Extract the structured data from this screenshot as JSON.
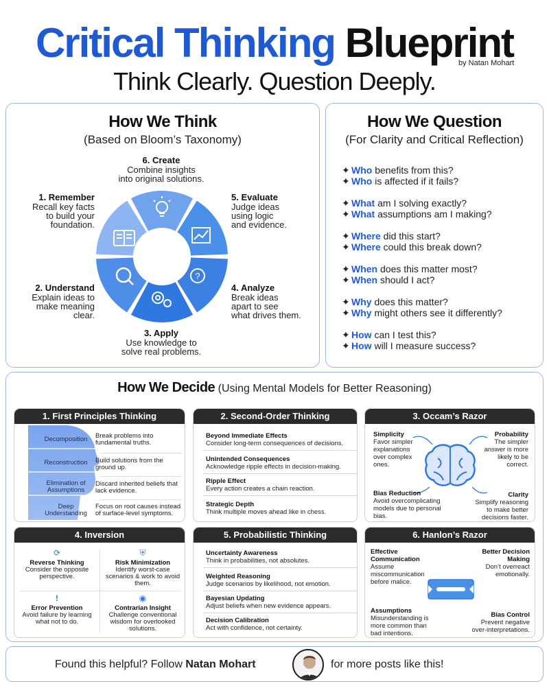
{
  "header": {
    "title_part1": "Critical Thinking",
    "title_part2": "Blueprint",
    "byline": "by Natan Mohart",
    "subtitle": "Think Clearly. Question Deeply."
  },
  "think": {
    "title": "How We Think",
    "subtitle": "(Based on Bloom’s Taxonomy)",
    "steps": [
      {
        "title": "1. Remember",
        "l1": "Recall key facts",
        "l2": "to build your",
        "l3": "foundation."
      },
      {
        "title": "2. Understand",
        "l1": "Explain ideas to",
        "l2": "make meaning",
        "l3": "clear."
      },
      {
        "title": "3. Apply",
        "l1": "Use knowledge to",
        "l2": "solve real problems.",
        "l3": ""
      },
      {
        "title": "4. Analyze",
        "l1": "Break ideas",
        "l2": "apart to see",
        "l3": "what drives them."
      },
      {
        "title": "5. Evaluate",
        "l1": "Judge ideas",
        "l2": "using logic",
        "l3": "and evidence."
      },
      {
        "title": "6. Create",
        "l1": "Combine insights",
        "l2": "into original solutions.",
        "l3": ""
      }
    ],
    "colors": [
      "#8fb4f2",
      "#4f8ee8",
      "#2f78e0",
      "#3d80e4",
      "#4a8fe8",
      "#6fa3ee"
    ]
  },
  "question": {
    "title": "How We Question",
    "subtitle": "(For Clarity and Critical Reflection)",
    "groups": [
      [
        {
          "kw": "Who",
          "rest": " benefits from this?"
        },
        {
          "kw": "Who",
          "rest": " is affected if it fails?"
        }
      ],
      [
        {
          "kw": "What",
          "rest": " am I solving exactly?"
        },
        {
          "kw": "What",
          "rest": " assumptions am I making?"
        }
      ],
      [
        {
          "kw": "Where",
          "rest": " did this start?"
        },
        {
          "kw": "Where",
          "rest": " could this break down?"
        }
      ],
      [
        {
          "kw": "When",
          "rest": " does this matter most?"
        },
        {
          "kw": "When",
          "rest": " should I act?"
        }
      ],
      [
        {
          "kw": "Why",
          "rest": " does this matter?"
        },
        {
          "kw": "Why",
          "rest": " might others see it differently?"
        }
      ],
      [
        {
          "kw": "How",
          "rest": " can I test this?"
        },
        {
          "kw": "How",
          "rest": " will I measure success?"
        }
      ]
    ]
  },
  "decide": {
    "title": "How We Decide",
    "subtitle": "(Using Mental Models for Better Reasoning)",
    "first_principles": {
      "title": "1. First Principles Thinking",
      "rows": [
        {
          "l1": "Decomposition",
          "l2": "",
          "d1": "Break problems into",
          "d2": "fundamental truths."
        },
        {
          "l1": "Reconstruction",
          "l2": "",
          "d1": "Build solutions from the",
          "d2": "ground up."
        },
        {
          "l1": "Elimination of",
          "l2": "Assumptions",
          "d1": "Discard inherited beliefs that",
          "d2": "lack evidence."
        },
        {
          "l1": "Deep",
          "l2": "Understanding",
          "d1": "Focus on root causes instead",
          "d2": "of surface-level symptoms."
        }
      ]
    },
    "second_order": {
      "title": "2. Second-Order Thinking",
      "items": [
        {
          "t": "Beyond Immediate Effects",
          "d": "Consider long-term consequences of decisions."
        },
        {
          "t": "Unintended Consequences",
          "d": "Acknowledge ripple effects in decision-making."
        },
        {
          "t": "Ripple Effect",
          "d": "Every action creates a chain reaction."
        },
        {
          "t": "Strategic Depth",
          "d": "Think multiple moves ahead like in chess."
        }
      ]
    },
    "occam": {
      "title": "3. Occam’s Razor",
      "simplicity": {
        "t": "Simplicity",
        "l1": "Favor simpler",
        "l2": "explanations",
        "l3": "over complex",
        "l4": "ones."
      },
      "probability": {
        "t": "Probability",
        "l1": "The simpler",
        "l2": "answer is more",
        "l3": "likely to be",
        "l4": "correct."
      },
      "bias": {
        "t": "Bias Reduction",
        "l1": "Avoid overcomplicating",
        "l2": "models due to personal",
        "l3": "bias."
      },
      "clarity": {
        "t": "Clarity",
        "l1": "Simplify reasoning",
        "l2": "to make better",
        "l3": "decisions faster."
      }
    },
    "inversion": {
      "title": "4. Inversion",
      "cells": [
        {
          "t": "Reverse Thinking",
          "l1": "Consider the opposite",
          "l2": "perspective.",
          "l3": ""
        },
        {
          "t": "Risk Minimization",
          "l1": "Identify worst-case",
          "l2": "scenarios & work to avoid",
          "l3": "them."
        },
        {
          "t": "Error Prevention",
          "l1": "Avoid failure by learning",
          "l2": "what not to do.",
          "l3": ""
        },
        {
          "t": "Contrarian Insight",
          "l1": "Challenge conventional",
          "l2": "wisdom for overlooked",
          "l3": "solutions."
        }
      ]
    },
    "probabilistic": {
      "title": "5. Probabilistic Thinking",
      "items": [
        {
          "t": "Uncertainty Awareness",
          "d": "Think in probabilities, not absolutes."
        },
        {
          "t": "Weighted Reasoning",
          "d": "Judge scenarios by likelihood, not emotion."
        },
        {
          "t": "Bayesian Updating",
          "d": "Adjust beliefs when new evidence appears."
        },
        {
          "t": "Decision Calibration",
          "d": "Act with confidence, not certainty."
        }
      ]
    },
    "hanlon": {
      "title": "6. Hanlon’s Razor",
      "effective": {
        "t1": "Effective",
        "t2": "Communication",
        "l1": "Assume",
        "l2": "miscommunication",
        "l3": "before malice."
      },
      "better": {
        "t1": "Better Decision",
        "t2": "Making",
        "l1": "Don’t overreact",
        "l2": "emotionally."
      },
      "assumptions": {
        "t": "Assumptions",
        "l1": "Misunderstanding is",
        "l2": "more common than",
        "l3": "bad intentions."
      },
      "bias": {
        "t": "Bias Control",
        "l1": "Prevent negative",
        "l2": "over-interpretations."
      }
    }
  },
  "footer": {
    "pre": "Found this helpful? Follow ",
    "name": "Natan Mohart",
    "post": "for more posts like this!"
  }
}
